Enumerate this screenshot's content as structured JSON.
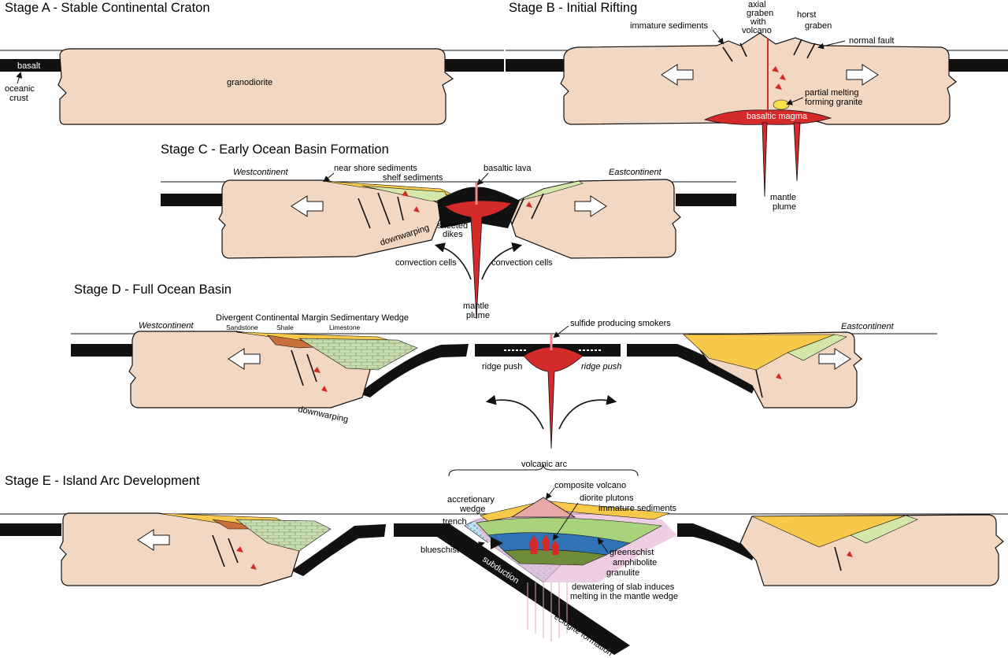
{
  "stages": {
    "a": {
      "title": "Stage A - Stable Continental Craton",
      "labels": {
        "basalt": "basalt",
        "oceanic_1": "oceanic",
        "oceanic_2": "crust",
        "granodiorite": "granodiorite"
      }
    },
    "b": {
      "title": "Stage B - Initial Rifting",
      "labels": {
        "axial_1": "axial",
        "axial_2": "graben",
        "axial_3": "with",
        "axial_4": "volcano",
        "horst": "horst",
        "graben": "graben",
        "normal_fault": "normal fault",
        "immature_sediments": "immature sediments",
        "partial_1": "partial melting",
        "partial_2": "forming granite",
        "basaltic_magma": "basaltic magma",
        "mantle_1": "mantle",
        "mantle_2": "plume"
      }
    },
    "c": {
      "title": "Stage C - Early Ocean Basin Formation",
      "labels": {
        "westcontinent": "Westcontinent",
        "eastcontinent": "Eastcontinent",
        "near_shore": "near shore sediments",
        "shelf": "shelf sediments",
        "basaltic_lava": "basaltic lava",
        "sheeted_1": "sheeted",
        "sheeted_2": "dikes",
        "downwarping": "downwarping",
        "convection_left": "convection cells",
        "convection_right": "convection cells",
        "mantle_1": "mantle",
        "mantle_2": "plume"
      }
    },
    "d": {
      "title": "Stage D - Full Ocean Basin",
      "labels": {
        "westcontinent": "Westcontinent",
        "eastcontinent": "Eastcontinent",
        "wedge_title": "Divergent Continental Margin Sedimentary Wedge",
        "sandstone": "Sandstone",
        "shale": "Shale",
        "limestone": "Limestone",
        "sulfide": "sulfide producing smokers",
        "ridge_push_left": "ridge push",
        "ridge_push_right": "ridge push",
        "downwarping": "downwarping"
      }
    },
    "e": {
      "title": "Stage E - Island Arc Development",
      "labels": {
        "volcanic_arc": "volcanic arc",
        "composite_volcano": "composite volcano",
        "diorite_plutons": "diorite plutons",
        "accretionary_1": "accretionary",
        "accretionary_2": "wedge",
        "immature_sediments": "immature sediments",
        "trench": "trench",
        "blueschist": "blueschist",
        "greenschist": "greenschist",
        "amphibolite": "amphibolite",
        "granulite": "granulite",
        "subduction": "subduction",
        "dewatering_1": "dewatering of slab induces",
        "dewatering_2": "melting in the mantle wedge",
        "eclogite": "eclogite formation"
      }
    }
  },
  "colors": {
    "continent": "#f2d7c2",
    "oceanic_crust": "#111111",
    "magma": "#d42a2a",
    "sediment_yellow": "#f7c84a",
    "sediment_green": "#d4e6a8",
    "shale_brown": "#c86f3a",
    "limestone_green": "#c9ddb0",
    "blueschist": "#bfe0ef",
    "greenschist": "#a9d27c",
    "amphibolite": "#2f73b5",
    "granulite": "#6f8b3a",
    "mantle_wedge": "#e8b8d6"
  }
}
